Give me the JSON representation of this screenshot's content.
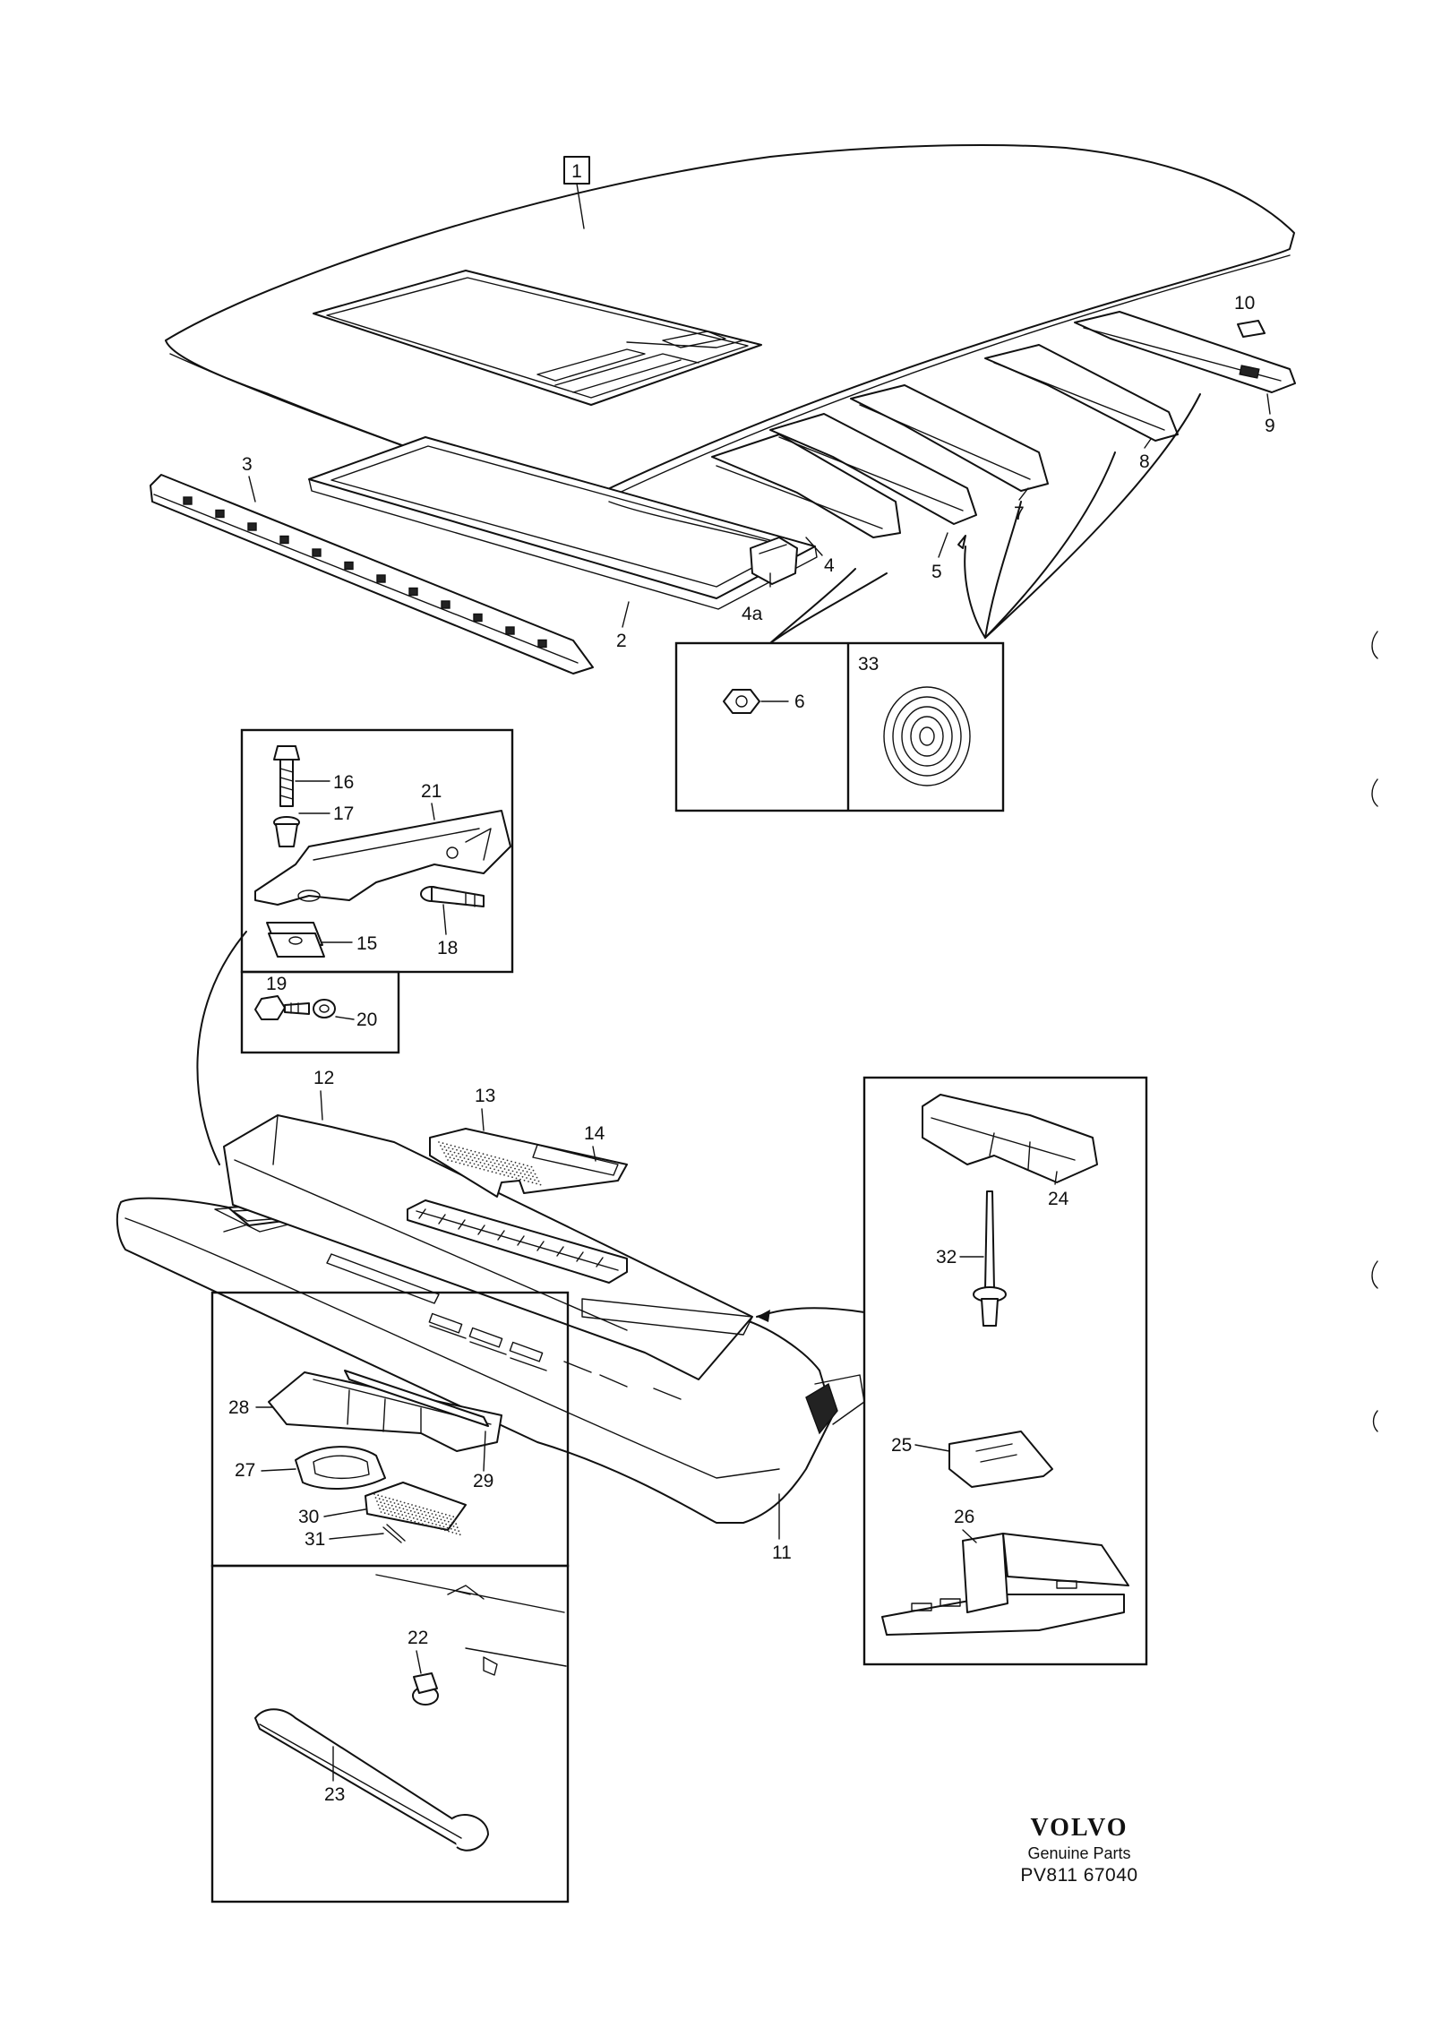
{
  "diagram": {
    "callouts": {
      "c1": "1",
      "c2": "2",
      "c3": "3",
      "c4": "4",
      "c4a": "4a",
      "c5": "5",
      "c6": "6",
      "c7": "7",
      "c8": "8",
      "c9": "9",
      "c10": "10",
      "c11": "11",
      "c12": "12",
      "c13": "13",
      "c14": "14",
      "c15": "15",
      "c16": "16",
      "c17": "17",
      "c18": "18",
      "c19": "19",
      "c20": "20",
      "c21": "21",
      "c22": "22",
      "c23": "23",
      "c24": "24",
      "c25": "25",
      "c26": "26",
      "c27": "27",
      "c28": "28",
      "c29": "29",
      "c30": "30",
      "c31": "31",
      "c32": "32",
      "c33": "33"
    }
  },
  "brand": {
    "logo": "VOLVO",
    "subtitle": "Genuine Parts",
    "code": "PV811 67040"
  }
}
